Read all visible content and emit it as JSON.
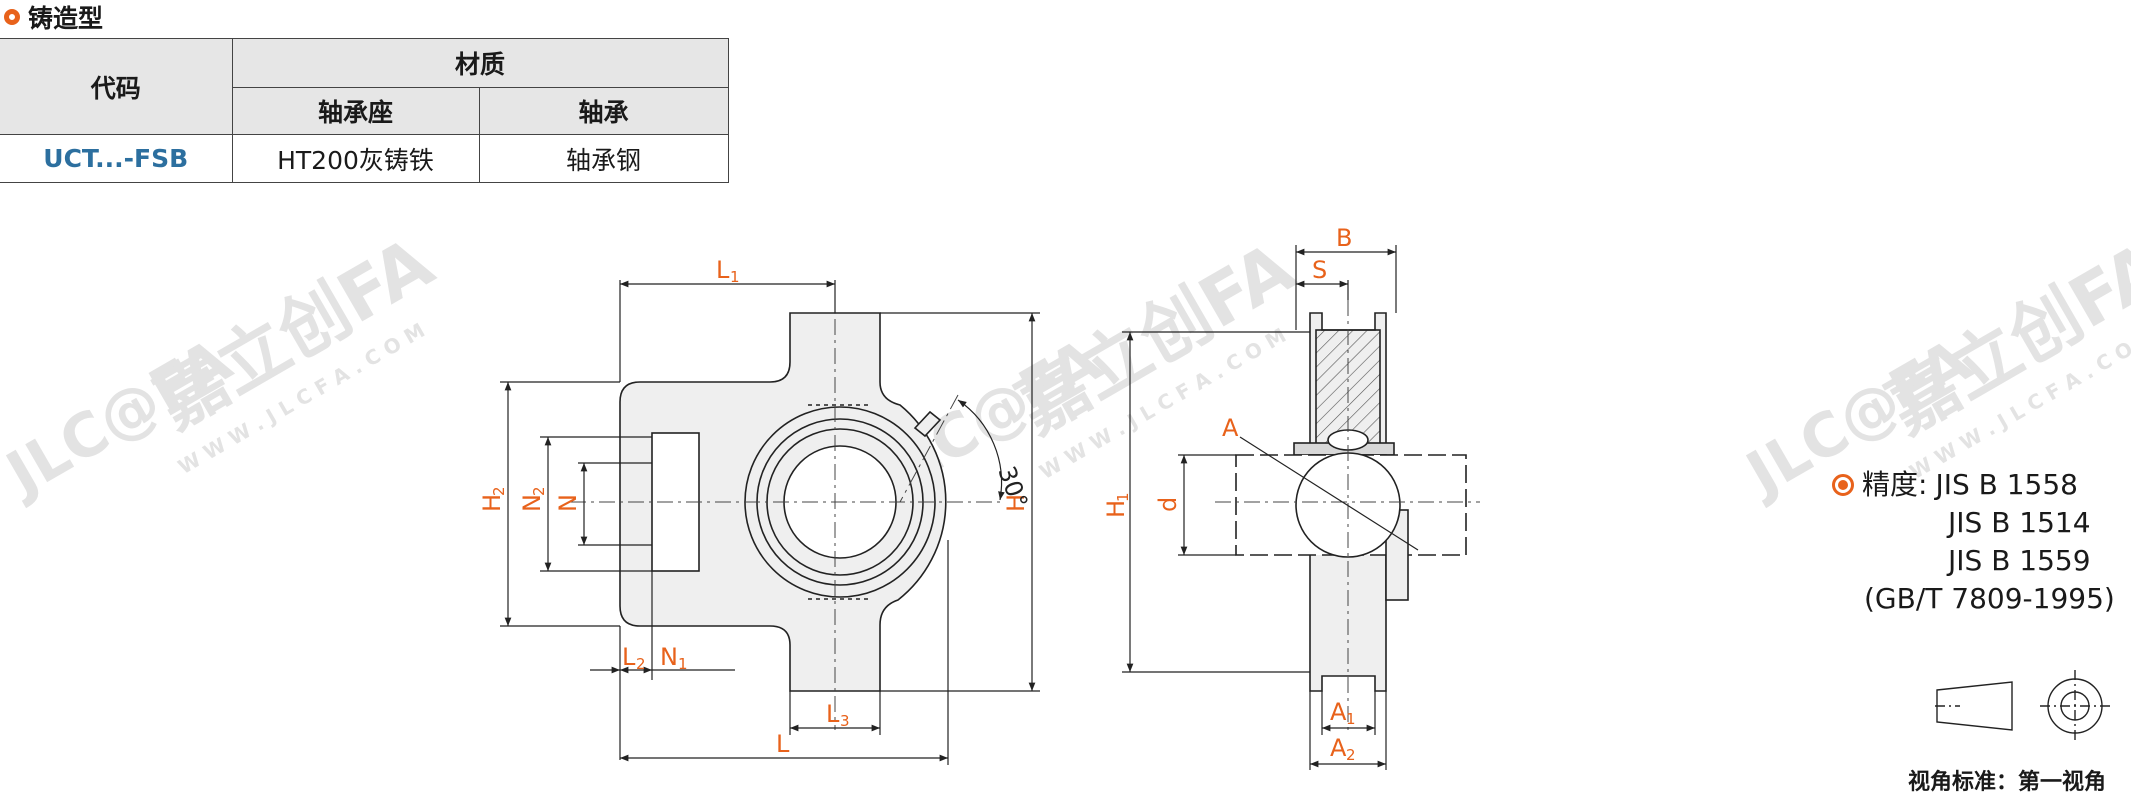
{
  "section": {
    "title": "铸造型"
  },
  "table": {
    "code_header": "代码",
    "material_header": "材质",
    "housing_header": "轴承座",
    "bearing_header": "轴承",
    "row": {
      "code": "UCT...-FSB",
      "housing": "HT200灰铸铁",
      "bearing": "轴承钢"
    }
  },
  "watermark": {
    "brand": "嘉立创FA",
    "url": "W W W . J L C F A . C O M",
    "logo": "JLC@FA"
  },
  "dims": {
    "L1": "L",
    "L1_sub": "1",
    "H2": "H",
    "H2_sub": "2",
    "N2": "N",
    "N2_sub": "2",
    "N": "N",
    "H": "H",
    "angle": "30°",
    "L2": "L",
    "L2_sub": "2",
    "N1": "N",
    "N1_sub": "1",
    "L3": "L",
    "L3_sub": "3",
    "L": "L",
    "B": "B",
    "S": "S",
    "A": "A",
    "H1": "H",
    "H1_sub": "1",
    "d": "d",
    "A1": "A",
    "A1_sub": "1",
    "A2": "A",
    "A2_sub": "2"
  },
  "precision": {
    "label": "精度:",
    "line1": "JIS B 1558",
    "line2": "JIS B 1514",
    "line3": "JIS B 1559",
    "line4": "(GB/T 7809-1995)"
  },
  "view_standard": "视角标准：第一视角",
  "colors": {
    "accent": "#e8621b",
    "code": "#2c6f9f",
    "part_fill": "#eeeeee",
    "watermark": "#e5e5e5"
  }
}
